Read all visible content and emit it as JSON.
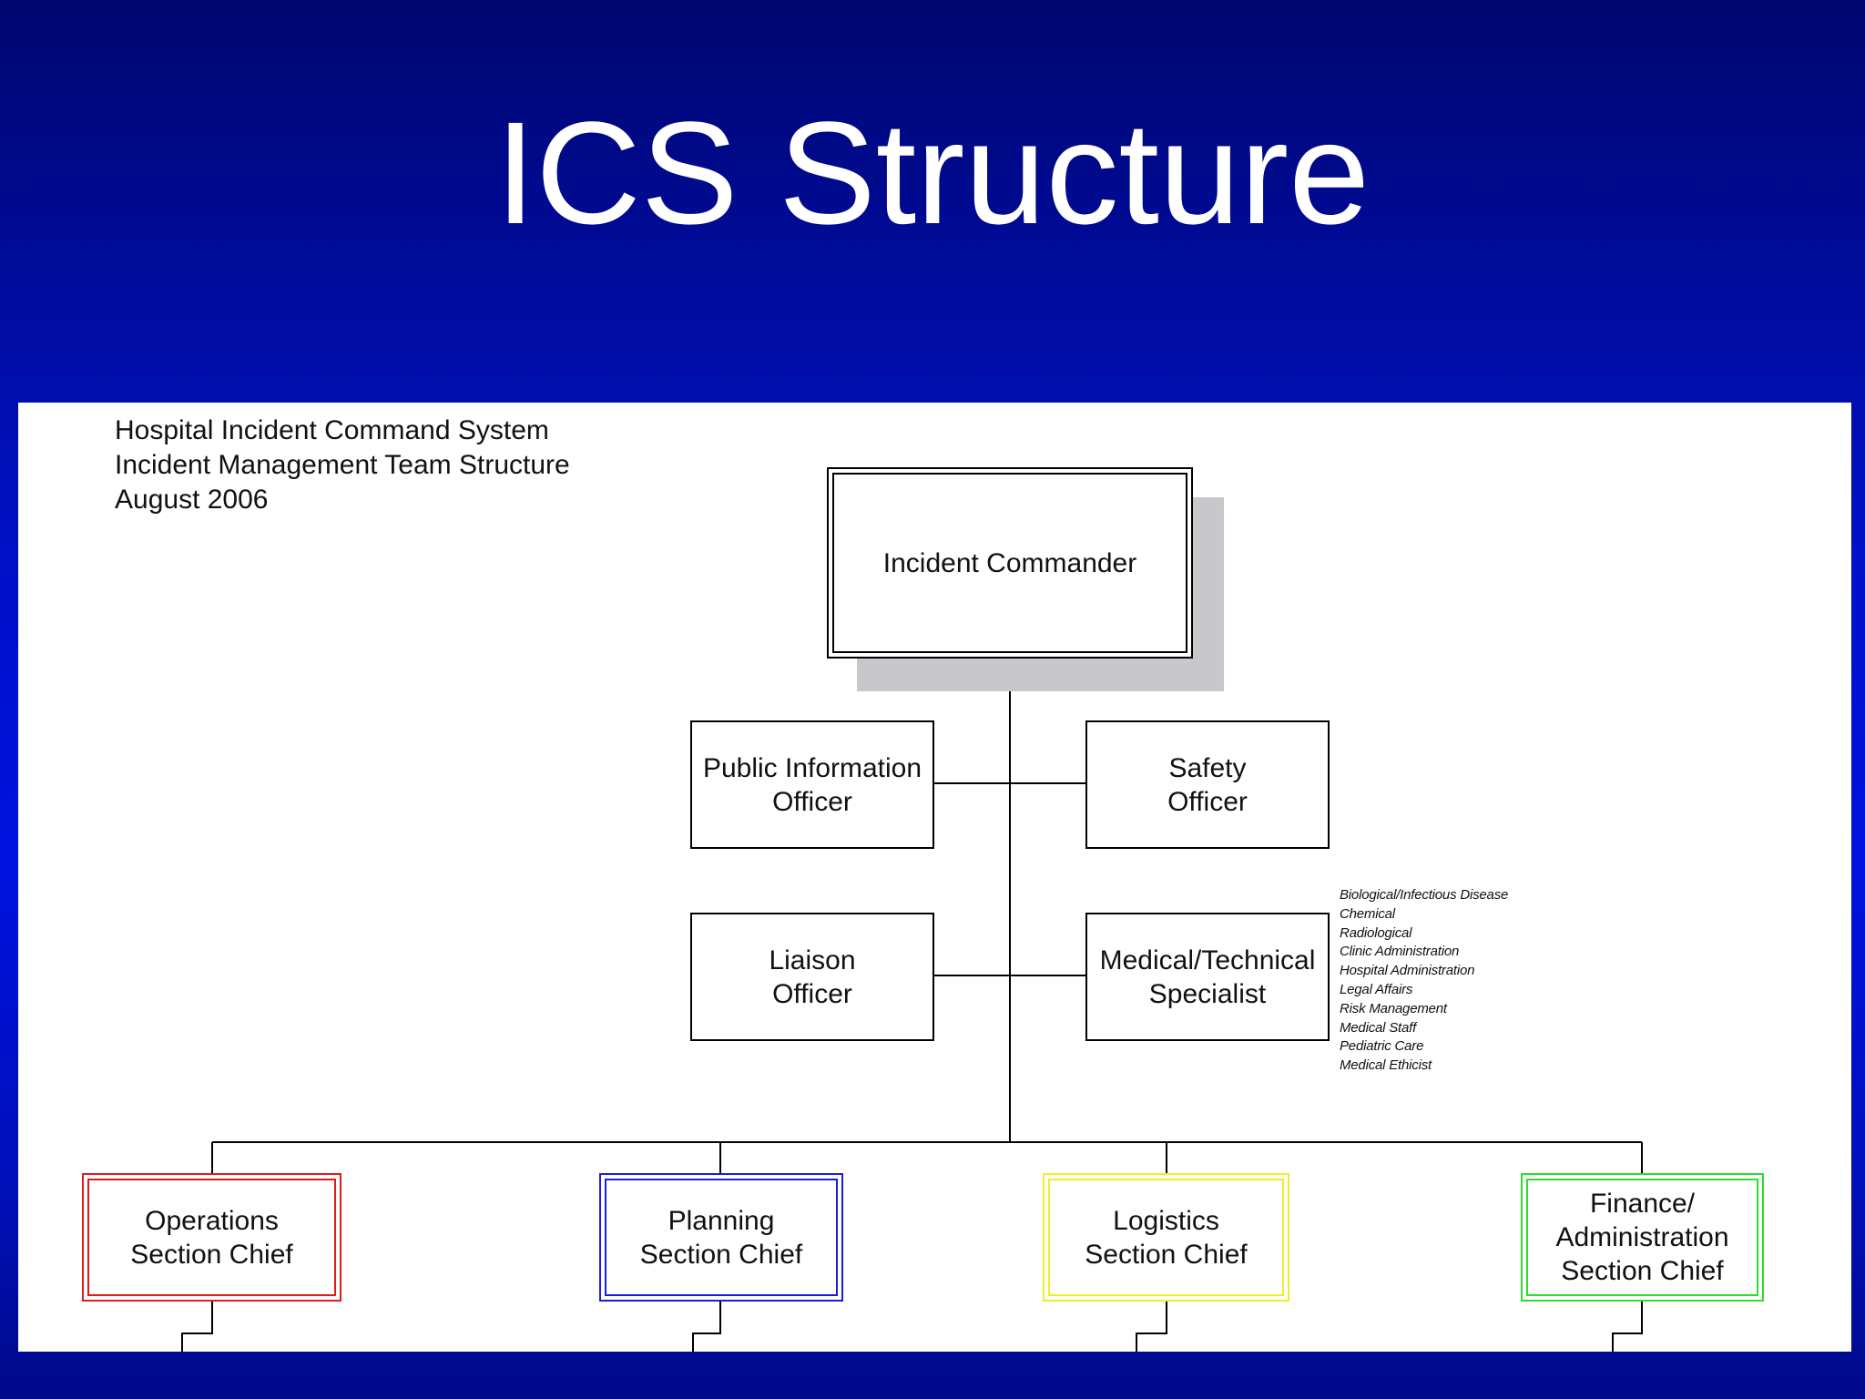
{
  "slide": {
    "title": "ICS Structure"
  },
  "document": {
    "caption_lines": [
      "Hospital Incident Command System",
      "Incident Management Team Structure",
      "August 2006"
    ]
  },
  "org_chart": {
    "incident_commander": "Incident Commander",
    "command_staff": {
      "public_information_officer": "Public Information\nOfficer",
      "safety_officer": "Safety\nOfficer",
      "liaison_officer": "Liaison\nOfficer",
      "medical_technical_specialist": "Medical/Technical\nSpecialist"
    },
    "specialist_areas": [
      "Biological/Infectious Disease",
      "Chemical",
      "Radiological",
      "Clinic Administration",
      "Hospital Administration",
      "Legal Affairs",
      "Risk Management",
      "Medical Staff",
      "Pediatric Care",
      "Medical Ethicist"
    ],
    "section_chiefs": [
      {
        "label": "Operations\nSection Chief",
        "color": "#e11b1b"
      },
      {
        "label": "Planning\nSection Chief",
        "color": "#1b1be0"
      },
      {
        "label": "Logistics\nSection Chief",
        "color": "#f1ee28"
      },
      {
        "label": "Finance/\nAdministration\nSection Chief",
        "color": "#2fdc2f"
      }
    ]
  }
}
